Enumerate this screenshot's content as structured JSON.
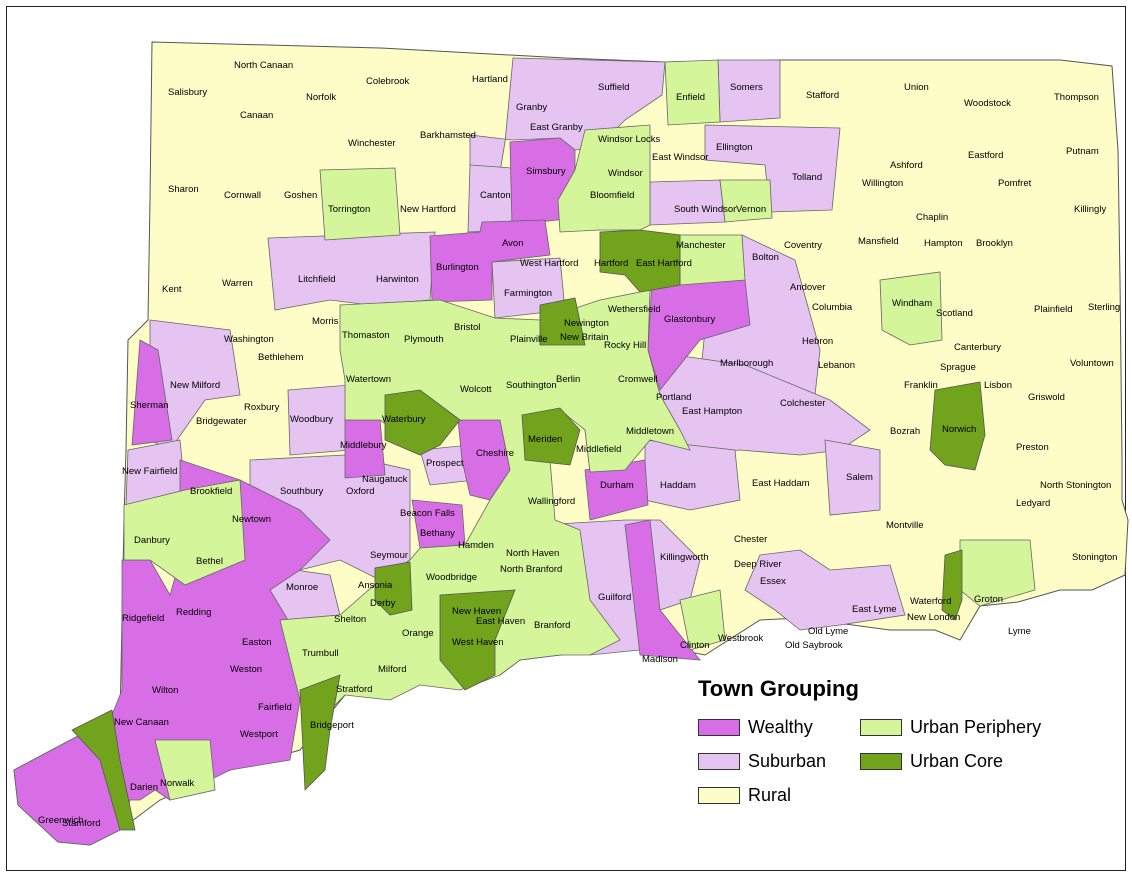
{
  "legend": {
    "title": "Town Grouping",
    "categories": [
      {
        "key": "wealthy",
        "label": "Wealthy",
        "color": "#d86ee6"
      },
      {
        "key": "urban_periphery",
        "label": "Urban Periphery",
        "color": "#d4f59a"
      },
      {
        "key": "suburban",
        "label": "Suburban",
        "color": "#e6c4f2"
      },
      {
        "key": "urban_core",
        "label": "Urban Core",
        "color": "#71a31c"
      },
      {
        "key": "rural",
        "label": "Rural",
        "color": "#fefdc8"
      }
    ]
  },
  "towns": [
    "Salisbury",
    "North Canaan",
    "Canaan",
    "Norfolk",
    "Colebrook",
    "Hartland",
    "Granby",
    "Suffield",
    "Enfield",
    "Somers",
    "Stafford",
    "Union",
    "Woodstock",
    "Thompson",
    "Winchester",
    "Barkhamsted",
    "East Granby",
    "Windsor Locks",
    "East Windsor",
    "Ellington",
    "Putnam",
    "Eastford",
    "Ashford",
    "Pomfret",
    "Willington",
    "Tolland",
    "Sharon",
    "Cornwall",
    "Goshen",
    "Torrington",
    "New Hartford",
    "Canton",
    "Simsbury",
    "Bloomfield",
    "Windsor",
    "South Windsor",
    "Vernon",
    "Killingly",
    "Chaplin",
    "Mansfield",
    "Coventry",
    "Hampton",
    "Brooklyn",
    "Kent",
    "Warren",
    "Litchfield",
    "Harwinton",
    "Burlington",
    "Avon",
    "West Hartford",
    "Hartford",
    "East Hartford",
    "Manchester",
    "Bolton",
    "Andover",
    "Farmington",
    "Windham",
    "Scotland",
    "Morris",
    "Thomaston",
    "Plymouth",
    "Bristol",
    "Newington",
    "Wethersfield",
    "Glastonbury",
    "Columbia",
    "Hebron",
    "Canterbury",
    "Plainfield",
    "Sterling",
    "Washington",
    "Bethlehem",
    "Plainville",
    "New Britain",
    "Rocky Hill",
    "New Milford",
    "Watertown",
    "Southington",
    "Berlin",
    "Cromwell",
    "Marlborough",
    "Lebanon",
    "Sprague",
    "Voluntown",
    "Franklin",
    "Lisbon",
    "Wolcott",
    "Sherman",
    "Roxbury",
    "Woodbury",
    "Waterbury",
    "Portland",
    "East Hampton",
    "Colchester",
    "Griswold",
    "Bridgewater",
    "Middlebury",
    "Cheshire",
    "Meriden",
    "Middletown",
    "Middlefield",
    "Norwich",
    "Bozrah",
    "Preston",
    "New Fairfield",
    "Prospect",
    "Naugatuck",
    "Brookfield",
    "Southbury",
    "East Haddam",
    "Salem",
    "Haddam",
    "Durham",
    "Wallingford",
    "Oxford",
    "Beacon Falls",
    "North Stonington",
    "Montville",
    "Ledyard",
    "Newtown",
    "Bethany",
    "Danbury",
    "Bethel",
    "Seymour",
    "Hamden",
    "North Haven",
    "Chester",
    "Killingworth",
    "North Branford",
    "Lyme",
    "Deep River",
    "Waterford",
    "Stonington",
    "Monroe",
    "Ansonia",
    "Woodbridge",
    "Derby",
    "Essex",
    "Groton",
    "New London",
    "East Lyme",
    "Old Lyme",
    "New Haven",
    "Ridgefield",
    "Redding",
    "Shelton",
    "Guilford",
    "East Haven",
    "Old Saybrook",
    "Westbrook",
    "Clinton",
    "Madison",
    "Branford",
    "Orange",
    "West Haven",
    "Trumbull",
    "Easton",
    "Weston",
    "Milford",
    "Stratford",
    "Wilton",
    "Fairfield",
    "Bridgeport",
    "New Canaan",
    "Westport",
    "Norwalk",
    "Stamford",
    "Darien",
    "Greenwich"
  ]
}
